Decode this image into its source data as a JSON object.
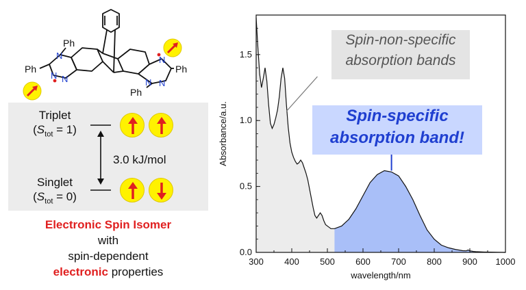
{
  "molecule": {
    "ph_top_left": "Ph",
    "ph_left": "Ph",
    "ph_right": "Ph",
    "ph_bottom_right": "Ph",
    "n1": "N",
    "n2": "N",
    "n3": "N",
    "n4": "N",
    "n5": "N",
    "n6": "N"
  },
  "energy": {
    "triplet_name": "Triplet",
    "triplet_s": "S",
    "triplet_sub": "tot",
    "triplet_val": " = 1)",
    "singlet_name": "Singlet",
    "singlet_s": "S",
    "singlet_sub": "tot",
    "singlet_val": " = 0)",
    "gap": "3.0 kJ/mol"
  },
  "caption": {
    "line1": "Electronic Spin Isomer",
    "line2": "with",
    "line3": "spin-dependent",
    "line4_red": "electronic",
    "line4_rest": " properties"
  },
  "callouts": {
    "nonspecific_line1": "Spin-non-specific",
    "nonspecific_line2": "absorption bands",
    "specific_line1": "Spin-specific",
    "specific_line2": "absorption band!"
  },
  "colors": {
    "red": "#e02020",
    "spin_ball": "#fff200",
    "blue_text": "#1f3fd0",
    "blue_fill": "#a9bff8",
    "grey_fill": "#ececec"
  },
  "chart_data": {
    "type": "line",
    "xlabel": "wavelength/nm",
    "ylabel": "Absorbance/a.u.",
    "xlim": [
      300,
      1000
    ],
    "ylim": [
      0,
      1.8
    ],
    "x_ticks": [
      300,
      400,
      500,
      600,
      700,
      800,
      900,
      1000
    ],
    "y_ticks": [
      "0.0",
      "0.5",
      "1.0",
      "1.5"
    ],
    "y_tick_values": [
      0.0,
      0.5,
      1.0,
      1.5
    ],
    "grey_region": [
      300,
      520
    ],
    "blue_region": [
      520,
      1000
    ],
    "x": [
      300,
      305,
      310,
      315,
      320,
      325,
      330,
      335,
      340,
      345,
      350,
      355,
      360,
      365,
      370,
      375,
      380,
      385,
      390,
      395,
      400,
      405,
      410,
      415,
      420,
      425,
      430,
      435,
      440,
      445,
      450,
      455,
      460,
      465,
      470,
      475,
      480,
      485,
      490,
      495,
      500,
      510,
      520,
      540,
      560,
      580,
      600,
      620,
      640,
      660,
      680,
      700,
      720,
      740,
      760,
      780,
      800,
      820,
      840,
      860,
      880,
      890,
      895,
      900,
      910,
      920,
      940,
      960,
      980,
      1000
    ],
    "y": [
      1.78,
      1.55,
      1.35,
      1.25,
      1.32,
      1.4,
      1.3,
      1.12,
      0.98,
      0.94,
      0.97,
      1.02,
      1.08,
      1.18,
      1.32,
      1.4,
      1.32,
      1.12,
      0.95,
      0.83,
      0.76,
      0.72,
      0.69,
      0.67,
      0.68,
      0.7,
      0.68,
      0.64,
      0.6,
      0.55,
      0.48,
      0.41,
      0.34,
      0.28,
      0.26,
      0.28,
      0.3,
      0.28,
      0.24,
      0.21,
      0.2,
      0.18,
      0.18,
      0.2,
      0.25,
      0.33,
      0.43,
      0.53,
      0.59,
      0.62,
      0.61,
      0.58,
      0.5,
      0.4,
      0.28,
      0.17,
      0.1,
      0.055,
      0.035,
      0.022,
      0.013,
      0.012,
      0.018,
      0.012,
      0.007,
      0.005,
      0.003,
      0.002,
      0.001,
      0.0
    ],
    "peak_marker_x": 680
  }
}
